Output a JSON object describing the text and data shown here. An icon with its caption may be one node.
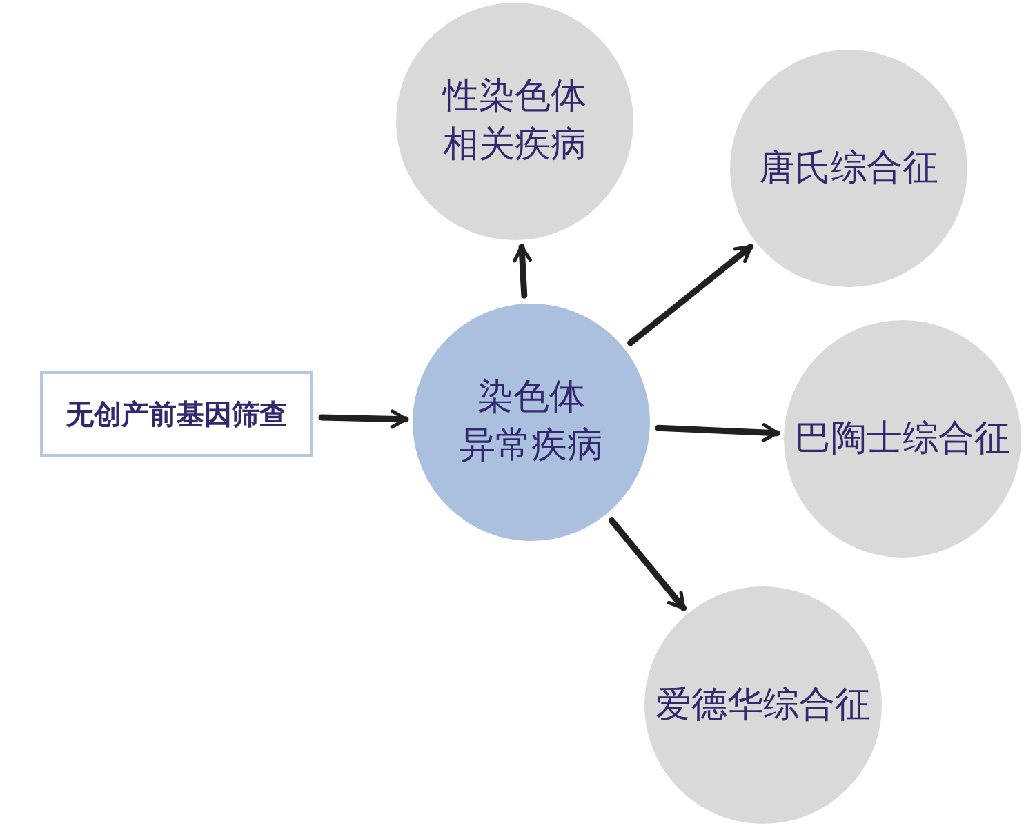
{
  "diagram": {
    "nodes": [
      {
        "text": [
          "无创产前基因筛查"
        ]
      },
      {
        "text": [
          "染色体异常疾病"
        ]
      },
      {
        "text": [
          "性染色体相关疾病"
        ]
      },
      {
        "text": [
          "唐氏综合征"
        ]
      },
      {
        "text": [
          "巴陶士综合征"
        ]
      },
      {
        "text": [
          "爱德华综合征"
        ]
      }
    ],
    "edges": [
      {
        "from": 0,
        "to": 1,
        "arrow": "to"
      },
      {
        "from": 1,
        "to": 2,
        "arrow": "to"
      },
      {
        "from": 1,
        "to": 3,
        "arrow": "to"
      },
      {
        "from": 1,
        "to": 4,
        "arrow": "to"
      },
      {
        "from": 1,
        "to": 5,
        "arrow": "to"
      }
    ]
  }
}
